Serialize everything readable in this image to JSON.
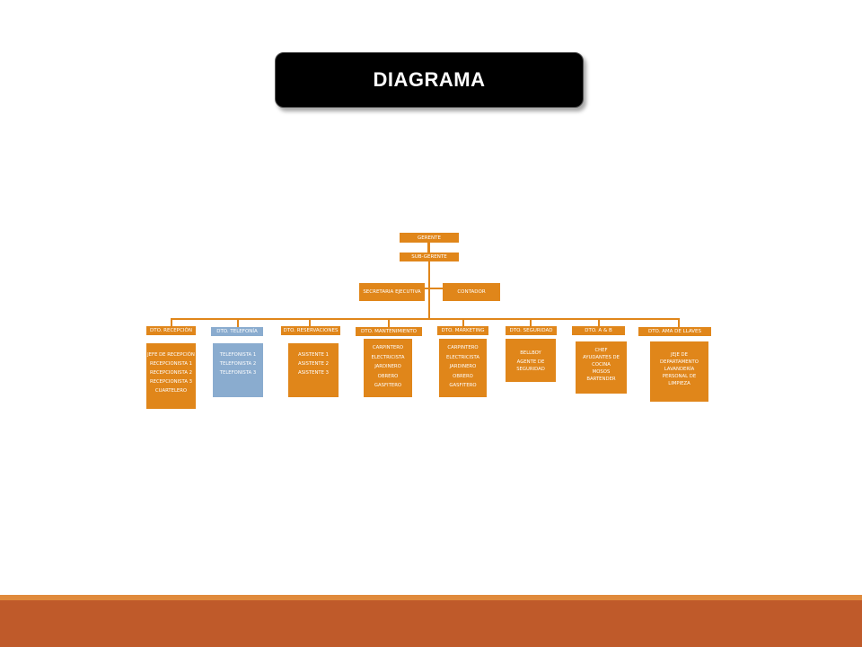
{
  "title": "DIAGRAMA",
  "org": {
    "gerente": "GERENTE",
    "subgerente": "SUB-GERENTE",
    "secretaria": "SECRETARIA EJECUTIVA",
    "contador": "CONTADOR",
    "departments": [
      {
        "label": "DTO. RECEPCIÓN",
        "items": [
          "JEFE DE RECEPCIÓN",
          "RECEPCIONISTA 1",
          "RECEPCIONISTA 2",
          "RECEPCIONISTA 3",
          "CUARTELERO"
        ]
      },
      {
        "label": "DTO. TELEFONÍA",
        "items": [
          "TELEFONISTA 1",
          "TELEFONISTA 2",
          "TELEFONISTA 3"
        ]
      },
      {
        "label": "DTO. RESERVACIONES",
        "items": [
          "ASISTENTE 1",
          "ASISTENTE 2",
          "ASISTENTE 3"
        ]
      },
      {
        "label": "DTO. MANTENIMIENTO",
        "items": [
          "CARPINTERO",
          "ELECTRICISTA",
          "JARDINERO",
          "OBRERO",
          "GASFITERO"
        ]
      },
      {
        "label": "DTO. MARKETING",
        "items": [
          "CARPINTERO",
          "ELECTRICISTA",
          "JARDINERO",
          "OBRERO",
          "GASFITERO"
        ]
      },
      {
        "label": "DTO. SEGURIDAD",
        "items": [
          "BELLBOY",
          "AGENTE DE SEGURIDAD"
        ]
      },
      {
        "label": "DTO. A & B",
        "items": [
          "CHEF",
          "AYUDANTES DE COCINA",
          "MOSOS",
          "BARTENDER"
        ]
      },
      {
        "label": "DTO. AMA DE LLAVES",
        "items": [
          "JEJE DE DEPARTAMENTO",
          "LAVANDERÍA",
          "PERSONAL DE LIMPIEZA"
        ]
      }
    ]
  },
  "colors": {
    "orange": "#e0861a",
    "blue": "#8aaccf",
    "footer": "#bf5a2a",
    "banner": "#000000"
  }
}
